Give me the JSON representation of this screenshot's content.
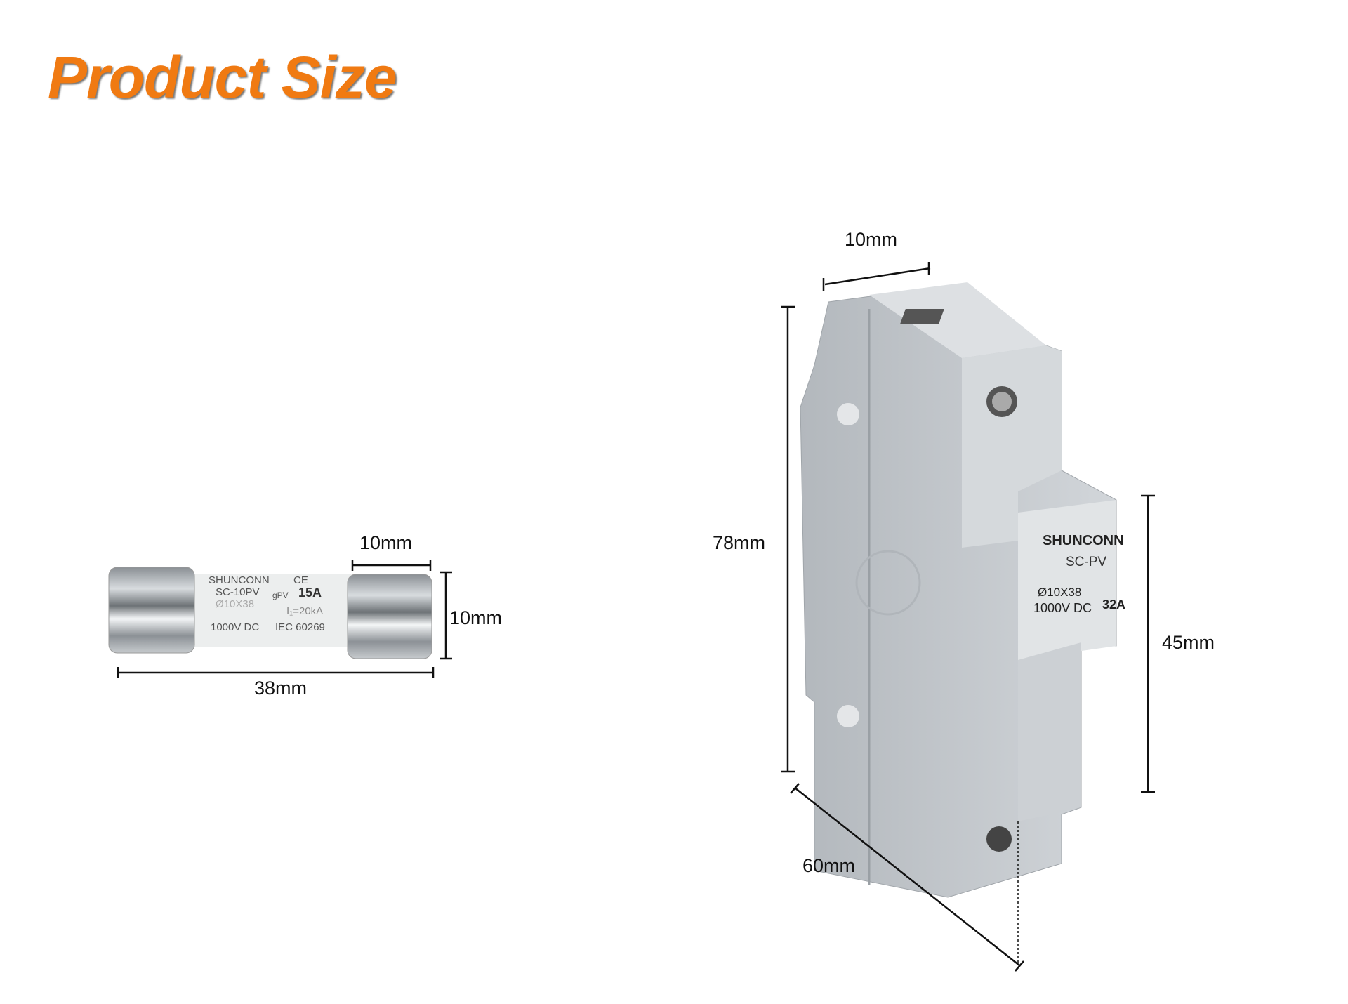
{
  "title": "Product Size",
  "fuse": {
    "brand": "SHUNCONN",
    "model": "SC-10PV",
    "size": "Ø10X38",
    "category": "gPV",
    "rating": "15A",
    "breaking": "I₁=20kA",
    "voltage": "1000V DC",
    "standard": "IEC 60269",
    "cert": "CE",
    "dims": {
      "cap_width": "10mm",
      "diameter": "10mm",
      "length": "38mm"
    }
  },
  "holder": {
    "brand": "SHUNCONN",
    "model": "SC-PV",
    "size": "Ø10X38",
    "voltage": "1000V DC",
    "rating": "32A",
    "dims": {
      "width": "10mm",
      "height": "78mm",
      "front_height": "45mm",
      "depth": "60mm"
    }
  },
  "colors": {
    "title": "#f07a12",
    "holder": "#c7ccd1"
  }
}
